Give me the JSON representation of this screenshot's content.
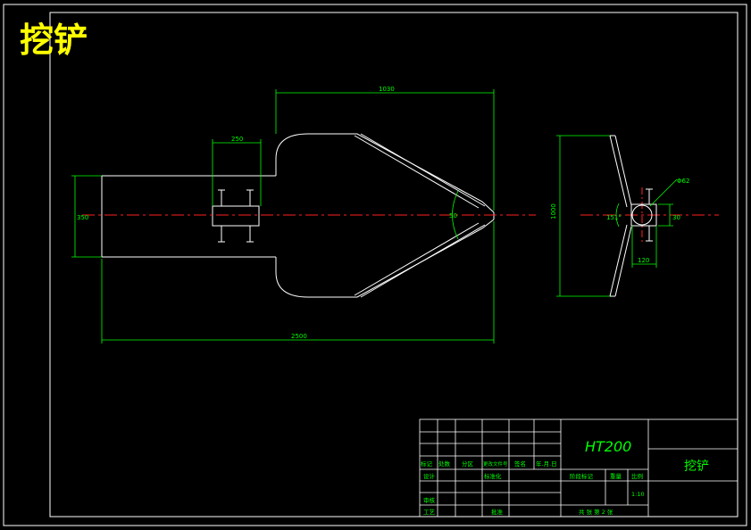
{
  "sheet": {
    "title": "挖铲"
  },
  "dimensions": {
    "top_width": "1030",
    "socket_width": "250",
    "shank_height": "350",
    "total_length": "2500",
    "angle": "50",
    "side_height": "1000",
    "hole_diameter": "Φ62",
    "side_offset": "120",
    "side_vertical": "30",
    "side_angle": "151°"
  },
  "title_block": {
    "material": "HT200",
    "part_name": "挖铲",
    "headers": [
      "标记",
      "处数",
      "分区",
      "更改文件号",
      "签名",
      "年.月.日"
    ],
    "design": "设计",
    "standardize": "标准化",
    "stage_mark": "阶段标记",
    "weight": "重量",
    "scale": "比例",
    "scale_value": "1:10",
    "review": "审核",
    "process": "工艺",
    "approve": "批准",
    "sheets": "共 张  第 2 张"
  },
  "colors": {
    "frame": "#ffffff",
    "outline": "#ffffff",
    "dimension": "#00ff00",
    "centerline": "#ff2020",
    "title_text": "#ffff00",
    "block_text": "#00ff00"
  }
}
